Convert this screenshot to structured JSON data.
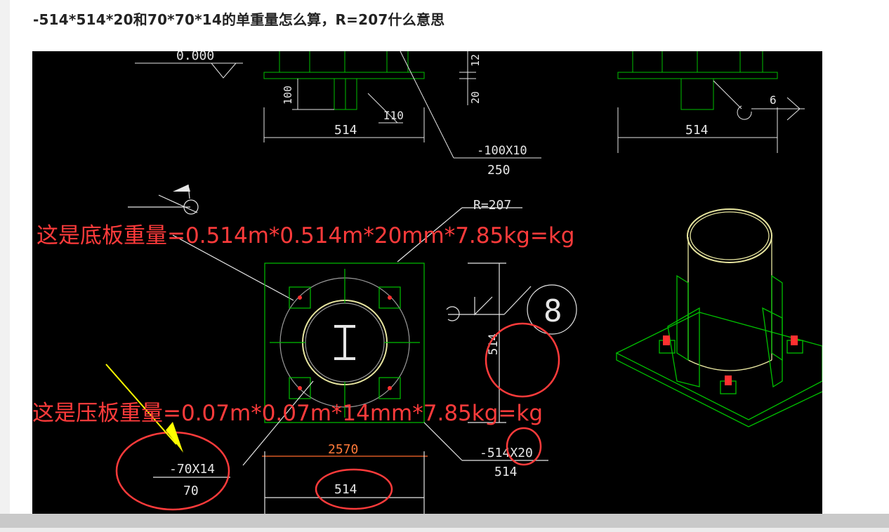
{
  "question": {
    "title": "-514*514*20和70*70*14的单重量怎么算，R=207什么意思"
  },
  "drawing": {
    "elevation_label": "0.000",
    "dim_plate_width_top": "514",
    "dim_plate_width_top_right": "514",
    "dim_100": "100",
    "dim_12": "12",
    "dim_20": "20",
    "section_i10": "I10",
    "rib_spec": "-100X10",
    "rib_length": "250",
    "weld_size": "6",
    "radius_label": "R=207",
    "dim_plan_side": "514",
    "detail_number": "8",
    "dim_2570": "2570",
    "dim_plan_bottom": "514",
    "base_plate_spec": "-514X20",
    "base_plate_width": "514",
    "press_plate_spec": "-70X14",
    "press_plate_width": "70"
  },
  "annotations": {
    "base_plate_weight": "这是底板重量=0.514m*0.514m*20mm*7.85kg=kg",
    "press_plate_weight": "这是压板重量=0.07m*0.07m*14mm*7.85kg=kg"
  },
  "colors": {
    "cad_background": "#000000",
    "cad_green": "#00c000",
    "cad_white": "#e6e6e6",
    "cad_yellow": "#ffff66",
    "annotation_red": "#ff3b3b",
    "arrow_yellow": "#ffff00"
  }
}
